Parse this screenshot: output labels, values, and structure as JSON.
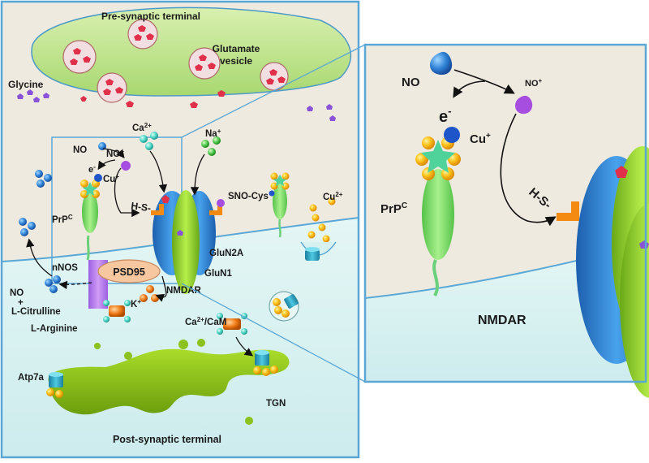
{
  "left_panel": {
    "pre_synaptic_label": "Pre-synaptic terminal",
    "glutamate_label_line1": "Glutamate",
    "glutamate_label_line2": "vesicle",
    "glycine_label": "Glycine",
    "ca_label": "Ca",
    "ca_charge": "2+",
    "na_label": "Na",
    "na_charge": "+",
    "no_label": "NO",
    "no_plus_label": "NO",
    "no_plus_charge": "+",
    "electron_label": "e",
    "electron_charge": "-",
    "cu_label": "Cu",
    "cu_charge": "+",
    "prpc_label": "PrP",
    "prpc_sup": "C",
    "hs_label": "H-S-",
    "sno_cys_label": "SNO-Cys",
    "cu2_label": "Cu",
    "cu2_charge": "2+",
    "glun2a_label": "GluN2A",
    "glun1_label": "GluN1",
    "nmdar_label": "NMDAR",
    "psd95_label": "PSD95",
    "nnos_label": "nNOS",
    "no_product_label": "NO",
    "plus_sign": "+",
    "citrulline_label": "L-Citrulline",
    "arginine_label": "L-Arginine",
    "k_label": "K",
    "k_charge": "+",
    "cacam_label": "Ca",
    "cacam_charge": "2+",
    "cacam_suffix": "/CaM",
    "atp7a_label": "Atp7a",
    "tgn_label": "TGN",
    "post_synaptic_label": "Post-synaptic terminal"
  },
  "zoom_panel": {
    "no_label": "NO",
    "no_plus_label": "NO",
    "no_plus_charge": "+",
    "electron_label": "e",
    "electron_charge": "-",
    "cu_label": "Cu",
    "cu_charge": "+",
    "prpc_label": "PrP",
    "prpc_sup": "C",
    "hs_label": "H-S-",
    "nmdar_label": "NMDAR"
  },
  "colors": {
    "panel_border": "#5aa7d6",
    "extracellular": "#eeeadf",
    "cytoplasm": "#d7f0f0",
    "presynaptic": "#c8e79a",
    "prp_green": "#8fe07a",
    "nmdar_blue": "#3b8fd6",
    "glun1_green": "#9ad83a",
    "tgn_green": "#8cc21d",
    "copper_yellow": "#ffc21a",
    "nnos_purple": "#b77ee8",
    "psd95_peach": "#f7c7a0",
    "no_plus_purple": "#a64ee0",
    "glutamate_red": "#e0304a",
    "glycine_purple": "#8a52d6"
  }
}
